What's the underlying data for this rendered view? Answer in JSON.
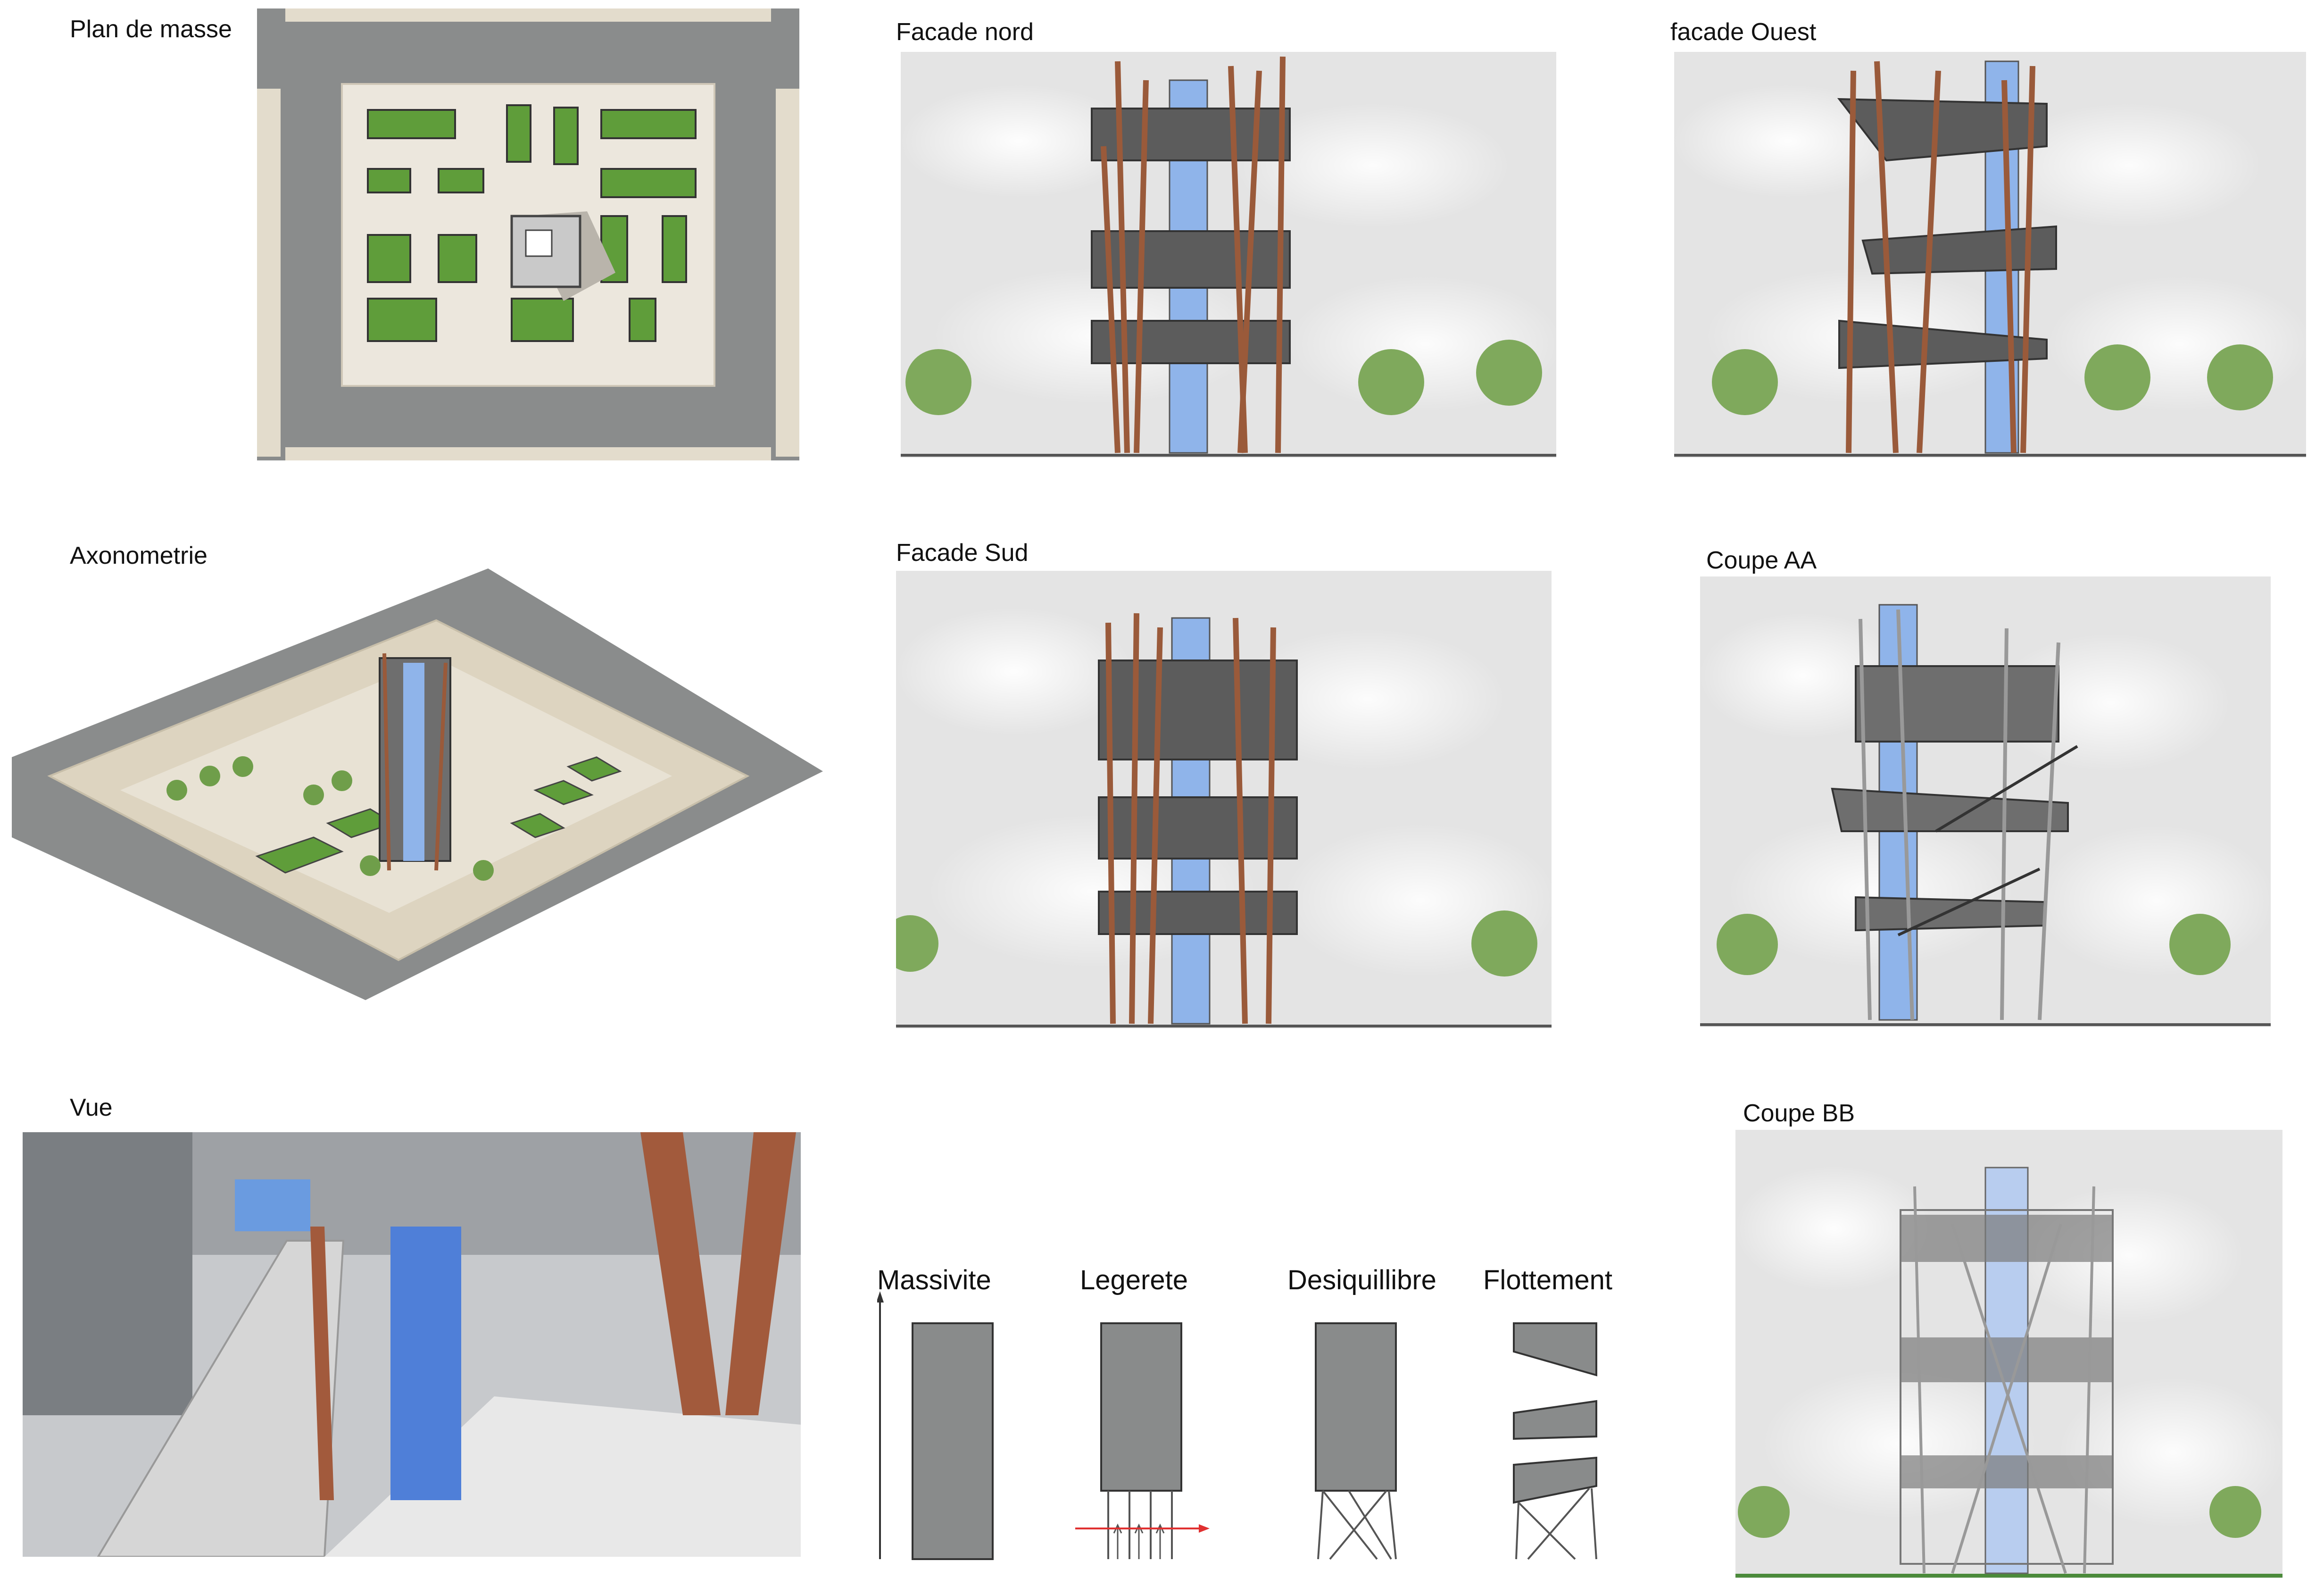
{
  "panels": {
    "plan_de_masse": {
      "title": "Plan de masse"
    },
    "facade_nord": {
      "title": "Facade nord"
    },
    "facade_ouest": {
      "title": "facade Ouest"
    },
    "axonometrie": {
      "title": "Axonometrie"
    },
    "facade_sud": {
      "title": "Facade Sud"
    },
    "coupe_aa": {
      "title": "Coupe AA"
    },
    "vue": {
      "title": "Vue"
    },
    "coupe_bb": {
      "title": "Coupe BB"
    }
  },
  "concepts": [
    {
      "label": "Massivite"
    },
    {
      "label": "Legerete"
    },
    {
      "label": "Desiquillibre"
    },
    {
      "label": "Flottement"
    }
  ],
  "colors": {
    "road": "#8a8c8c",
    "paving": "#e3dccc",
    "grass": "#5f9d3a",
    "wood_column": "#9a5a3a",
    "glass": "#8fb4ea",
    "concept_block": "#898b8b",
    "arrow": "#e03030"
  }
}
